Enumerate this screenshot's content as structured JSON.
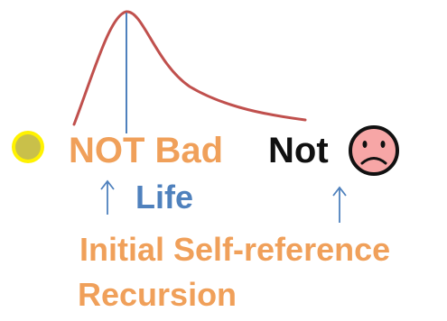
{
  "labels": {
    "not_bad": "NOT Bad",
    "not": "Not",
    "life": "Life",
    "initial_self_reference": "Initial Self-reference",
    "recursion": "Recursion"
  },
  "colors": {
    "curve": "#C0504D",
    "life_line": "#4F81BD",
    "arrow": "#4F81BD",
    "orange_text": "#F0A05A",
    "blue_text": "#4F81BD",
    "black_text": "#111111",
    "sun_fill": "#C9C04A",
    "sun_glow": "#FFF200",
    "sad_face_fill": "#F7A6A6",
    "sad_face_stroke": "#111111"
  },
  "icons": {
    "sun": "yellow-dot-icon",
    "sad_face": "sad-face-icon",
    "arrow_up_left": "up-arrow-icon",
    "arrow_up_right": "up-arrow-icon"
  }
}
